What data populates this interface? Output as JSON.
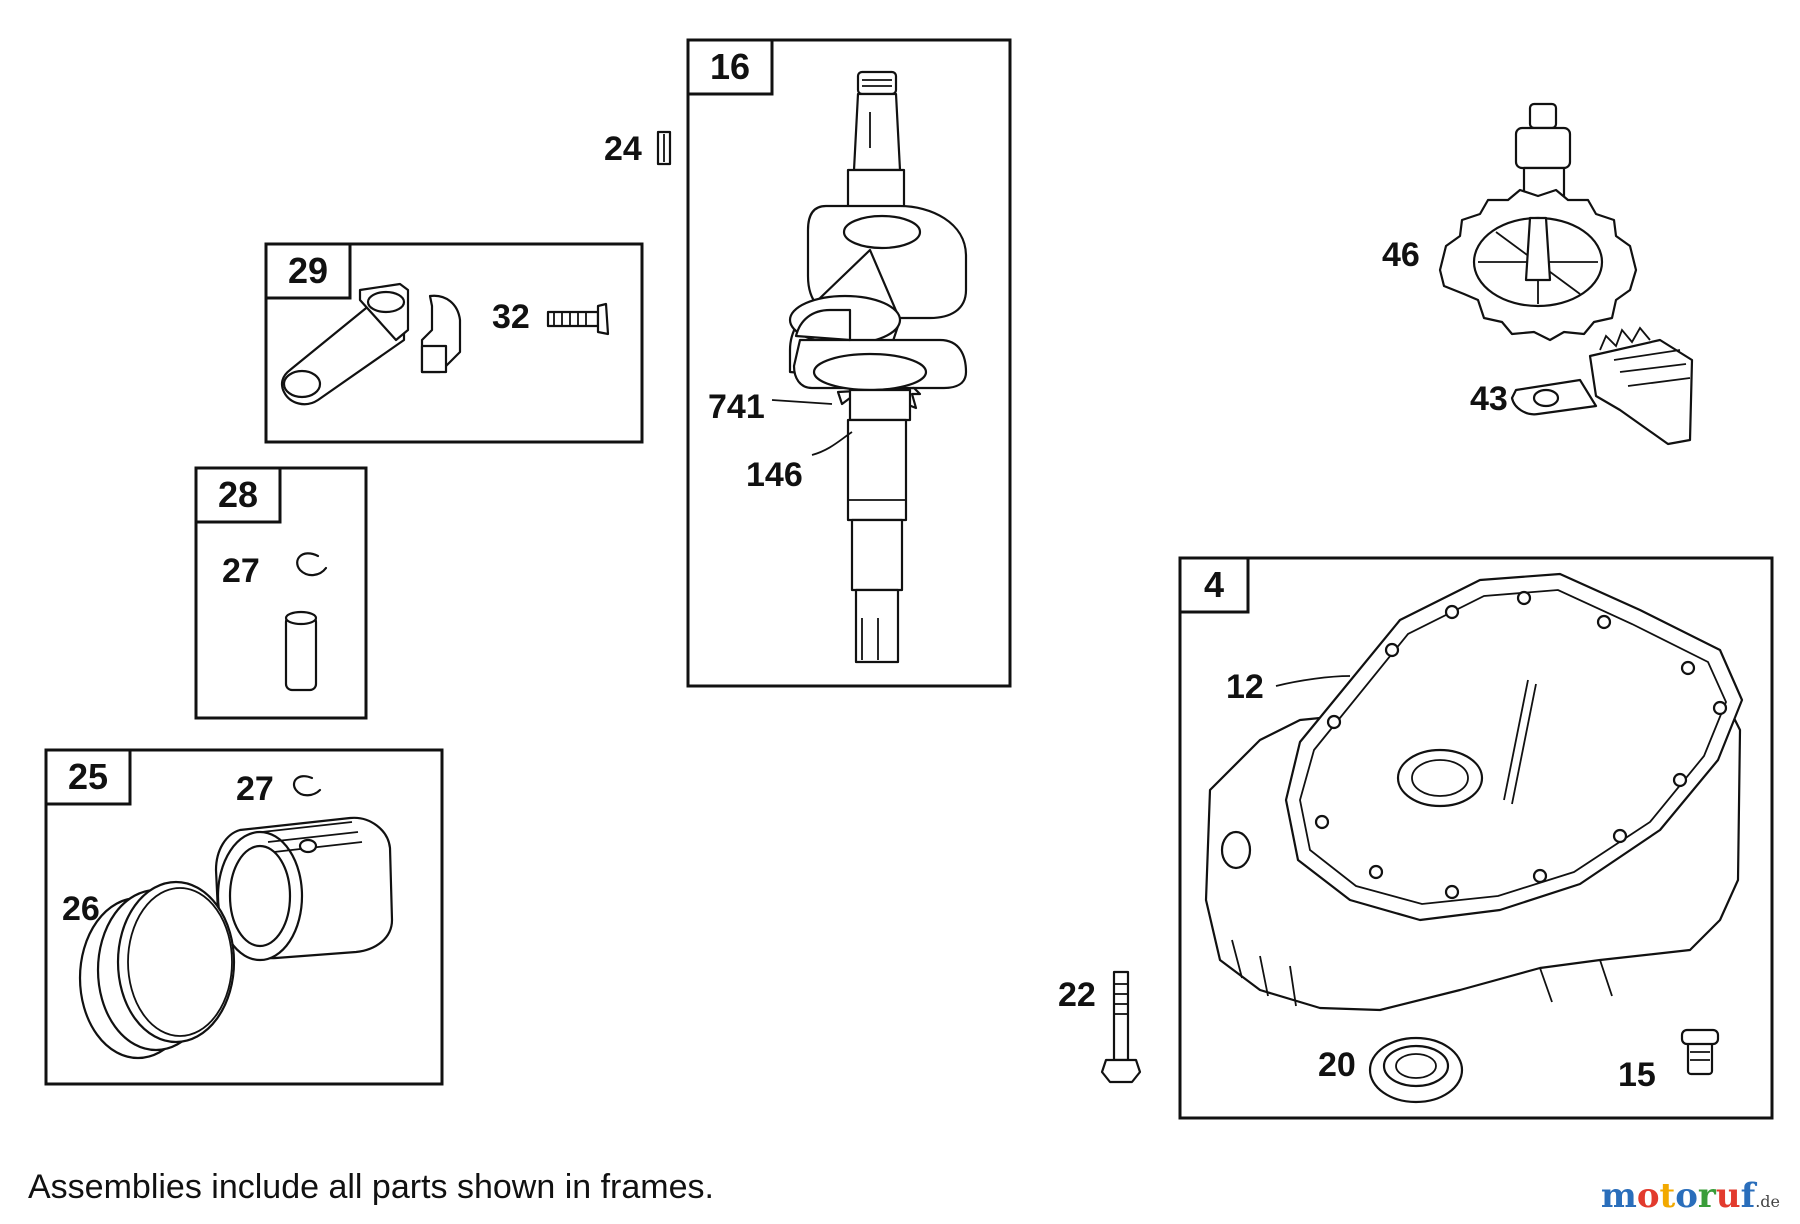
{
  "frames": [
    {
      "key": "crankshaft",
      "label": "16"
    },
    {
      "key": "connecting-rod",
      "label": "29"
    },
    {
      "key": "piston-pin",
      "label": "28"
    },
    {
      "key": "piston",
      "label": "25"
    },
    {
      "key": "sump",
      "label": "4"
    }
  ],
  "callouts": {
    "c24": "24",
    "c741": "741",
    "c146": "146",
    "c32": "32",
    "c27a": "27",
    "c27b": "27",
    "c26": "26",
    "c46": "46",
    "c43": "43",
    "c12": "12",
    "c22": "22",
    "c20": "20",
    "c15": "15"
  },
  "footnote": "Assemblies include all parts shown in frames.",
  "watermark": {
    "text": "motoruf",
    "suffix": ".de",
    "colors": [
      "#2a6ebb",
      "#e23b2e",
      "#f2a900",
      "#2a6ebb",
      "#3a9d3a",
      "#e23b2e",
      "#2a6ebb"
    ]
  }
}
